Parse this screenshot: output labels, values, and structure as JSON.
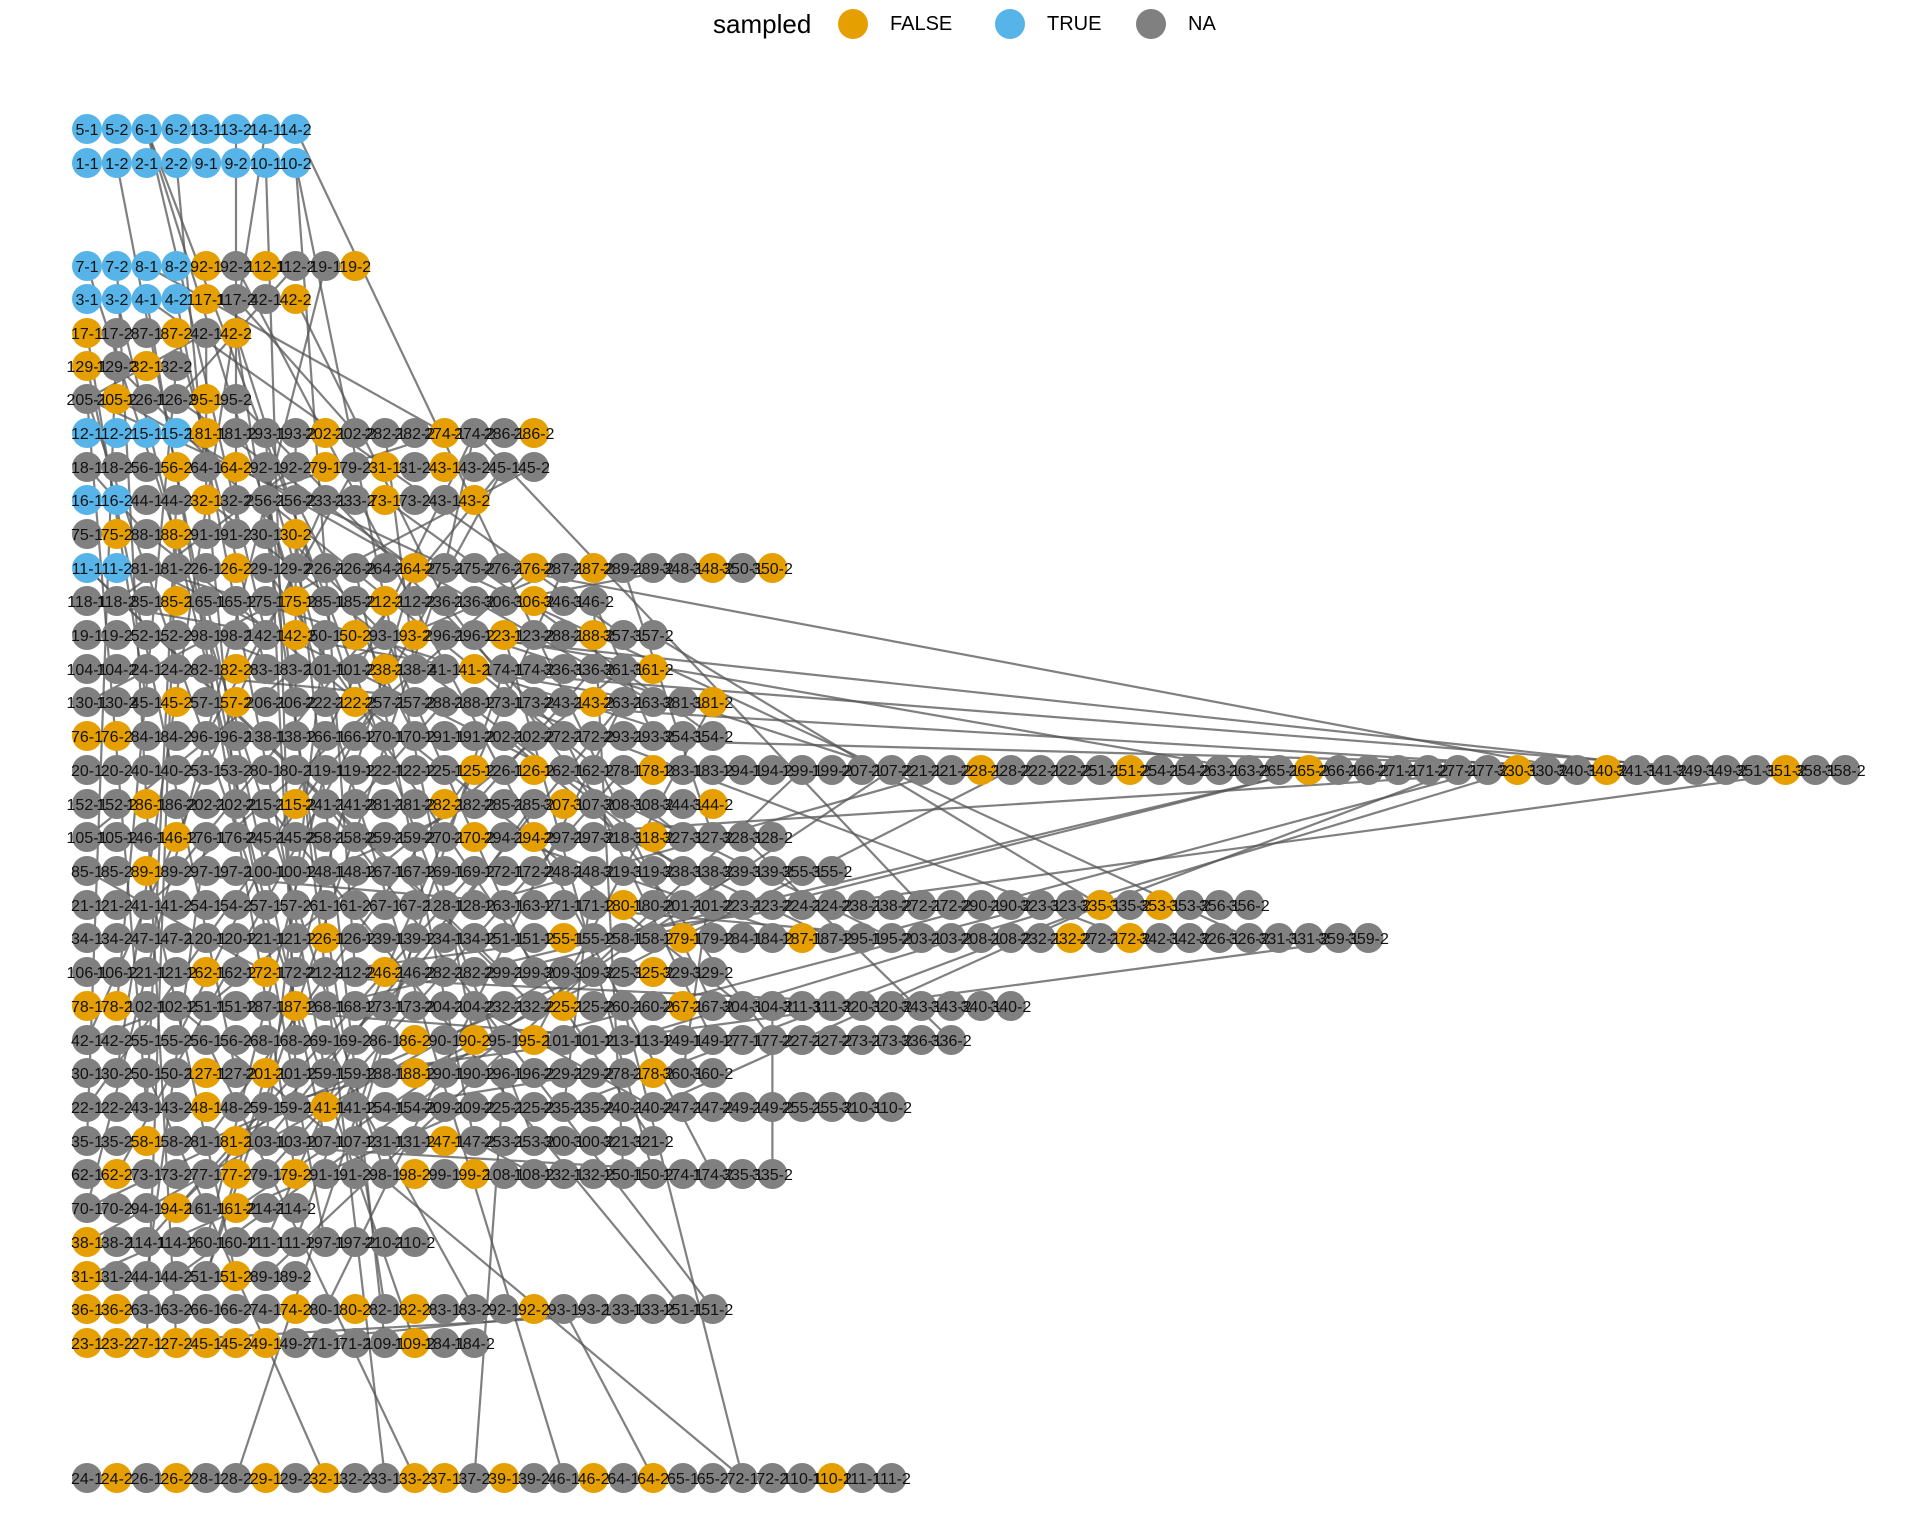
{
  "legend": {
    "title": "sampled",
    "items": [
      {
        "label": "FALSE",
        "color": "#E69F00"
      },
      {
        "label": "TRUE",
        "color": "#56B4E9"
      },
      {
        "label": "NA",
        "color": "#808080"
      }
    ]
  },
  "rows": [
    {
      "labels": [
        "5-1",
        "5-2",
        "6-1",
        "6-2",
        "13-1",
        "13-2",
        "14-1",
        "14-2"
      ],
      "sampled": "TTTTTTTT"
    },
    {
      "labels": [
        "1-1",
        "1-2",
        "2-1",
        "2-2",
        "9-1",
        "9-2",
        "10-1",
        "10-2"
      ],
      "sampled": "TTTTTTTT"
    },
    {
      "labels": [
        "7-1",
        "7-2",
        "8-1",
        "8-2",
        "92-1",
        "92-2",
        "112-1",
        "112-2",
        "19-1",
        "19-2"
      ],
      "sampled": "TTTTFNFNNF"
    },
    {
      "labels": [
        "3-1",
        "3-2",
        "4-1",
        "4-2",
        "117-1",
        "117-2",
        "42-1",
        "42-2"
      ],
      "sampled": "TTTTFNNF"
    },
    {
      "labels": [
        "17-1",
        "17-2",
        "87-1",
        "87-2",
        "42-1",
        "42-2"
      ],
      "sampled": "FNNFNF"
    },
    {
      "labels": [
        "129-1",
        "129-2",
        "32-1",
        "32-2"
      ],
      "sampled": "FNFN"
    },
    {
      "labels": [
        "205-1",
        "205-2",
        "126-1",
        "126-2",
        "95-1",
        "95-2"
      ],
      "sampled": "NFNNFN"
    },
    {
      "labels": [
        "12-1",
        "12-2",
        "15-1",
        "15-2",
        "181-1",
        "181-2",
        "193-1",
        "193-2",
        "202-1",
        "202-2",
        "282-1",
        "282-2",
        "274-1",
        "274-2",
        "286-1",
        "286-2"
      ],
      "sampled": "TTTTFNNNFNNNFNNF"
    },
    {
      "labels": [
        "18-1",
        "18-2",
        "56-1",
        "56-2",
        "64-1",
        "64-2",
        "92-1",
        "92-2",
        "79-1",
        "79-2",
        "31-1",
        "31-2",
        "43-1",
        "43-2",
        "45-1",
        "45-2"
      ],
      "sampled": "NNNFNFNNFNFNFNNN"
    },
    {
      "labels": [
        "16-1",
        "16-2",
        "44-1",
        "44-2",
        "32-1",
        "32-2",
        "256-1",
        "256-2",
        "233-1",
        "233-2",
        "73-1",
        "73-2",
        "43-1",
        "43-2"
      ],
      "sampled": "TTNNFNNNNNFNNF"
    },
    {
      "labels": [
        "75-1",
        "75-2",
        "88-1",
        "88-2",
        "91-1",
        "91-2",
        "30-1",
        "30-2"
      ],
      "sampled": "NFNFNNNF"
    },
    {
      "labels": [
        "11-1",
        "11-2",
        "81-1",
        "81-2",
        "26-1",
        "26-2",
        "29-1",
        "29-2",
        "226-1",
        "226-2",
        "264-1",
        "264-2",
        "275-1",
        "275-2",
        "276-1",
        "276-2",
        "287-1",
        "287-2",
        "289-1",
        "289-2",
        "348-1",
        "348-2",
        "350-1",
        "350-2"
      ],
      "sampled": "TTNNNFNNNNNFNNNFNFNNNFNF"
    },
    {
      "labels": [
        "118-1",
        "118-2",
        "85-1",
        "85-2",
        "165-1",
        "165-2",
        "175-1",
        "175-2",
        "185-1",
        "185-2",
        "212-1",
        "212-2",
        "236-1",
        "236-2",
        "306-1",
        "306-2",
        "346-1",
        "346-2"
      ],
      "sampled": "NNNFNNNFNNFNNNNFNN"
    },
    {
      "labels": [
        "19-1",
        "19-2",
        "52-1",
        "52-2",
        "98-1",
        "98-2",
        "142-1",
        "142-2",
        "50-1",
        "50-2",
        "93-1",
        "93-2",
        "296-1",
        "296-2",
        "123-1",
        "123-2",
        "288-1",
        "288-2",
        "357-1",
        "357-2"
      ],
      "sampled": "NNNNNNNFNFNFNNFNNFNN"
    },
    {
      "labels": [
        "104-1",
        "104-2",
        "24-1",
        "24-2",
        "82-1",
        "82-2",
        "83-1",
        "83-2",
        "101-1",
        "101-2",
        "238-1",
        "238-2",
        "41-1",
        "41-2",
        "174-1",
        "174-2",
        "336-1",
        "336-2",
        "361-1",
        "361-2"
      ],
      "sampled": "NNNNNFNNNNFNNFNNNNNF"
    },
    {
      "labels": [
        "130-1",
        "130-2",
        "45-1",
        "45-2",
        "57-1",
        "57-2",
        "206-1",
        "206-2",
        "222-1",
        "222-2",
        "257-1",
        "257-2",
        "288-1",
        "288-2",
        "173-1",
        "173-2",
        "243-1",
        "243-2",
        "263-1",
        "263-2",
        "381-1",
        "381-2"
      ],
      "sampled": "NNNFNFNNNFNNNNNNNFNNNF"
    },
    {
      "labels": [
        "76-1",
        "76-2",
        "84-1",
        "84-2",
        "96-1",
        "96-2",
        "138-1",
        "138-2",
        "166-1",
        "166-2",
        "170-1",
        "170-2",
        "191-1",
        "191-2",
        "202-1",
        "202-2",
        "272-1",
        "272-2",
        "293-1",
        "293-2",
        "354-1",
        "354-2"
      ],
      "sampled": "FFNNNNNNNNNNNNNNNNNNNN"
    },
    {
      "labels": [
        "20-1",
        "20-2",
        "40-1",
        "40-2",
        "53-1",
        "53-2",
        "80-1",
        "80-2",
        "119-1",
        "119-2",
        "122-1",
        "122-2",
        "125-1",
        "125-2",
        "126-1",
        "126-2",
        "162-1",
        "162-2",
        "178-1",
        "178-2",
        "183-1",
        "183-2",
        "194-1",
        "194-2",
        "199-1",
        "199-2",
        "207-1",
        "207-2",
        "221-1",
        "221-2",
        "228-1",
        "228-2",
        "222-1",
        "222-2",
        "251-1",
        "251-2",
        "254-1",
        "254-2",
        "263-1",
        "263-2",
        "265-1",
        "265-2",
        "266-1",
        "266-2",
        "271-1",
        "271-2",
        "277-1",
        "277-2",
        "330-1",
        "330-2",
        "340-1",
        "340-2",
        "341-1",
        "341-2",
        "349-1",
        "349-2",
        "351-1",
        "351-2",
        "358-1",
        "358-2"
      ],
      "sampled": "NNNNNNNNNNNNNFNFNNNFNNNNNNNNNNFNNNNFNNNNNFNNNNNNFNNFNNNNNFNN"
    },
    {
      "labels": [
        "152-1",
        "152-2",
        "186-1",
        "186-2",
        "202-1",
        "202-2",
        "215-1",
        "215-2",
        "241-1",
        "241-2",
        "281-1",
        "281-2",
        "282-1",
        "282-2",
        "285-1",
        "285-2",
        "307-1",
        "307-2",
        "308-1",
        "308-2",
        "344-1",
        "344-2"
      ],
      "sampled": "NNFNNNNFNNNNFNNNFNNNNF"
    },
    {
      "labels": [
        "105-1",
        "105-2",
        "146-1",
        "146-2",
        "176-1",
        "176-2",
        "245-1",
        "245-2",
        "258-1",
        "258-2",
        "259-1",
        "259-2",
        "270-1",
        "270-2",
        "294-1",
        "294-2",
        "297-1",
        "297-2",
        "318-1",
        "318-2",
        "327-1",
        "327-2",
        "328-1",
        "328-2"
      ],
      "sampled": "NNNFNNNNNNNNNFNFNNNFNNNN"
    },
    {
      "labels": [
        "85-1",
        "85-2",
        "89-1",
        "89-2",
        "97-1",
        "97-2",
        "100-1",
        "100-2",
        "148-1",
        "148-2",
        "167-1",
        "167-2",
        "169-1",
        "169-2",
        "172-1",
        "172-2",
        "248-1",
        "248-2",
        "319-1",
        "319-2",
        "338-1",
        "338-2",
        "339-1",
        "339-2",
        "355-1",
        "355-2"
      ],
      "sampled": "NNFNNNNNNNNNNNNNNNNNNNNNNN"
    },
    {
      "labels": [
        "21-1",
        "21-2",
        "41-1",
        "41-2",
        "54-1",
        "54-2",
        "57-1",
        "57-2",
        "61-1",
        "61-2",
        "67-1",
        "67-2",
        "128-1",
        "128-2",
        "163-1",
        "163-2",
        "171-1",
        "171-2",
        "180-1",
        "180-2",
        "201-1",
        "201-2",
        "223-1",
        "223-2",
        "224-1",
        "224-2",
        "238-1",
        "238-2",
        "272-1",
        "272-2",
        "290-1",
        "290-2",
        "323-1",
        "323-2",
        "335-1",
        "335-2",
        "353-1",
        "353-2",
        "356-1",
        "356-2"
      ],
      "sampled": "NNNNNNNNNNNNNNNNNNFNNNNNNNNNNNNNNNFNFNNN"
    },
    {
      "labels": [
        "34-1",
        "34-2",
        "47-1",
        "47-2",
        "120-1",
        "120-2",
        "121-1",
        "121-2",
        "126-1",
        "126-2",
        "139-1",
        "139-2",
        "134-1",
        "134-2",
        "151-1",
        "151-2",
        "155-1",
        "155-2",
        "158-1",
        "158-2",
        "179-1",
        "179-2",
        "184-1",
        "184-2",
        "187-1",
        "187-2",
        "195-1",
        "195-2",
        "203-1",
        "203-2",
        "208-1",
        "208-2",
        "232-1",
        "232-2",
        "272-1",
        "272-2",
        "342-1",
        "342-2",
        "326-1",
        "326-2",
        "331-1",
        "331-2",
        "359-1",
        "359-2"
      ],
      "sampled": "NNNNNNNNFNNNNNNNFNNNFNNNFNNNNNNNNFNFNNNNNNNN"
    },
    {
      "labels": [
        "106-1",
        "106-2",
        "121-1",
        "121-2",
        "162-1",
        "162-2",
        "172-1",
        "172-2",
        "212-1",
        "212-2",
        "246-1",
        "246-2",
        "282-1",
        "282-2",
        "299-1",
        "299-2",
        "309-1",
        "309-2",
        "325-1",
        "325-2",
        "329-1",
        "329-2"
      ],
      "sampled": "NNNNFNFNNNFNNNNNNNNFNN"
    },
    {
      "labels": [
        "78-1",
        "78-2",
        "102-1",
        "102-2",
        "151-1",
        "151-2",
        "187-1",
        "187-2",
        "168-1",
        "168-2",
        "173-1",
        "173-2",
        "204-1",
        "204-2",
        "232-1",
        "232-2",
        "225-1",
        "225-2",
        "260-1",
        "260-2",
        "267-1",
        "267-2",
        "304-1",
        "304-2",
        "311-1",
        "311-2",
        "320-1",
        "320-2",
        "343-1",
        "343-2",
        "340-1",
        "340-2"
      ],
      "sampled": "FFNNNNNFNNNNNNNNFNNNFNNNNNNNNNNN"
    },
    {
      "labels": [
        "42-1",
        "42-2",
        "55-1",
        "55-2",
        "56-1",
        "56-2",
        "68-1",
        "68-2",
        "69-1",
        "69-2",
        "86-1",
        "86-2",
        "90-1",
        "90-2",
        "95-1",
        "95-2",
        "101-1",
        "101-2",
        "113-1",
        "113-2",
        "149-1",
        "149-2",
        "177-1",
        "177-2",
        "227-1",
        "227-2",
        "273-1",
        "273-2",
        "336-1",
        "336-2"
      ],
      "sampled": "NNNNNNNNNNNFNFNFNNNNNNNNNNNNNN"
    },
    {
      "labels": [
        "30-1",
        "30-2",
        "50-1",
        "50-2",
        "127-1",
        "127-2",
        "201-1",
        "201-2",
        "159-1",
        "159-2",
        "188-1",
        "188-2",
        "190-1",
        "190-2",
        "196-1",
        "196-2",
        "229-1",
        "229-2",
        "278-1",
        "278-2",
        "360-1",
        "360-2"
      ],
      "sampled": "NNNNFNFNNNNFNNNNNNNFNN"
    },
    {
      "labels": [
        "22-1",
        "22-2",
        "43-1",
        "43-2",
        "48-1",
        "48-2",
        "59-1",
        "59-2",
        "141-1",
        "141-2",
        "154-1",
        "154-2",
        "209-1",
        "209-2",
        "225-1",
        "225-2",
        "235-1",
        "235-2",
        "240-1",
        "240-2",
        "247-1",
        "247-2",
        "249-1",
        "249-2",
        "255-1",
        "255-2",
        "310-1",
        "310-2"
      ],
      "sampled": "NNNNFNNNFNNNNNNNNNNNNNNNNNNN"
    },
    {
      "labels": [
        "35-1",
        "35-2",
        "58-1",
        "58-2",
        "81-1",
        "81-2",
        "103-1",
        "103-2",
        "107-1",
        "107-2",
        "131-1",
        "131-2",
        "147-1",
        "147-2",
        "253-1",
        "253-2",
        "300-1",
        "300-2",
        "321-1",
        "321-2"
      ],
      "sampled": "NNFNNFNNNNNNFNNNNNNN"
    },
    {
      "labels": [
        "62-1",
        "62-2",
        "73-1",
        "73-2",
        "77-1",
        "77-2",
        "79-1",
        "79-2",
        "91-1",
        "91-2",
        "98-1",
        "98-2",
        "99-1",
        "99-2",
        "108-1",
        "108-2",
        "132-1",
        "132-2",
        "150-1",
        "150-2",
        "174-1",
        "174-2",
        "335-1",
        "335-2"
      ],
      "sampled": "NFNNNFNFNNNFNFNNNNNNNNNN"
    },
    {
      "labels": [
        "70-1",
        "70-2",
        "94-1",
        "94-2",
        "161-1",
        "161-2",
        "214-1",
        "214-2"
      ],
      "sampled": "NNNFNFNN"
    },
    {
      "labels": [
        "38-1",
        "38-2",
        "114-1",
        "114-2",
        "160-1",
        "160-2",
        "111-1",
        "111-2",
        "197-1",
        "197-2",
        "210-1",
        "210-2"
      ],
      "sampled": "FNNNNNNNNNNN"
    },
    {
      "labels": [
        "31-1",
        "31-2",
        "44-1",
        "44-2",
        "51-1",
        "51-2",
        "89-1",
        "89-2"
      ],
      "sampled": "FNNNNFNN"
    },
    {
      "labels": [
        "36-1",
        "36-2",
        "63-1",
        "63-2",
        "66-1",
        "66-2",
        "74-1",
        "74-2",
        "80-1",
        "80-2",
        "82-1",
        "82-2",
        "83-1",
        "83-2",
        "92-1",
        "92-2",
        "93-1",
        "93-2",
        "133-1",
        "133-2",
        "151-1",
        "151-2"
      ],
      "sampled": "FFNNNNNFNFNFNNNFNNNNNN"
    },
    {
      "labels": [
        "23-1",
        "23-2",
        "27-1",
        "27-2",
        "45-1",
        "45-2",
        "49-1",
        "49-2",
        "71-1",
        "71-2",
        "109-1",
        "109-2",
        "184-1",
        "184-2"
      ],
      "sampled": "FFFFFFFNNNNFNN"
    },
    {
      "labels": [
        "24-1",
        "24-2",
        "26-1",
        "26-2",
        "28-1",
        "28-2",
        "29-1",
        "29-2",
        "32-1",
        "32-2",
        "33-1",
        "33-2",
        "37-1",
        "37-2",
        "39-1",
        "39-2",
        "46-1",
        "46-2",
        "64-1",
        "64-2",
        "65-1",
        "65-2",
        "72-1",
        "72-2",
        "110-1",
        "110-2",
        "111-1",
        "111-2"
      ],
      "sampled": "NFNFNNFNFNNFFNFNNFNFNNNNNFNN"
    }
  ]
}
